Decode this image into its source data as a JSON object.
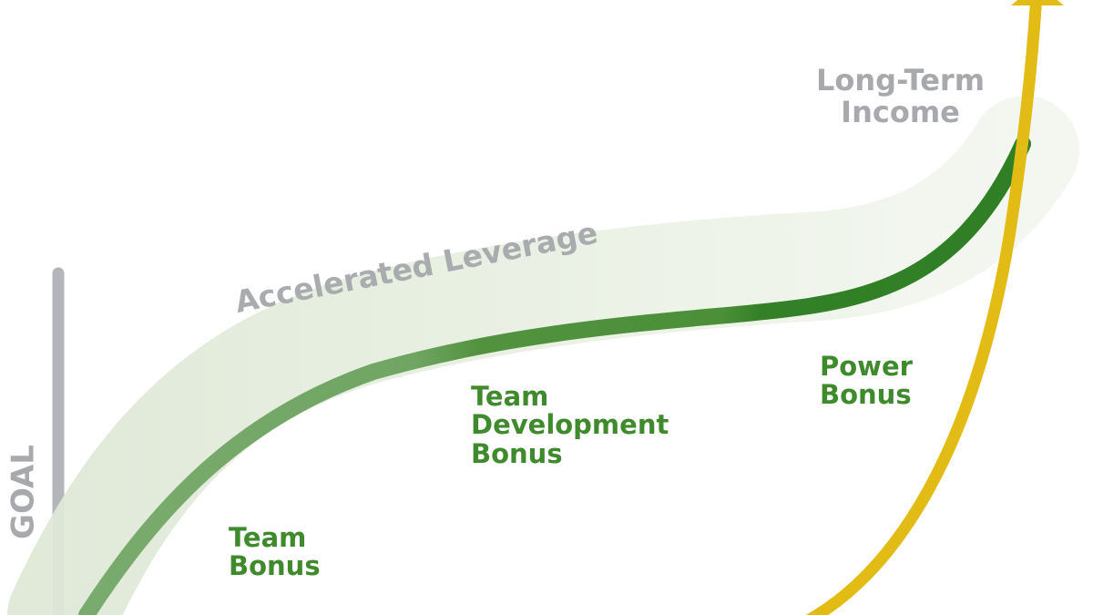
{
  "labels": {
    "goal": "GOAL",
    "accelerated": "Accelerated Leverage",
    "long_term_line1": "Long-Term",
    "long_term_line2": "Income",
    "team_bonus_line1": "Team",
    "team_bonus_line2": "Bonus",
    "team_dev_line1": "Team",
    "team_dev_line2": "Development",
    "team_dev_line3": "Bonus",
    "power_line1": "Power",
    "power_line2": "Bonus"
  },
  "colors": {
    "growth_curve": "#3f8a2c",
    "growth_curve_light": "#76a86a",
    "band": "#e6efe0",
    "income_curve": "#e2bb14",
    "goal_axis": "#b3b5b8",
    "label_green": "#3f8a2c",
    "label_gray": "#a7a9ad"
  }
}
